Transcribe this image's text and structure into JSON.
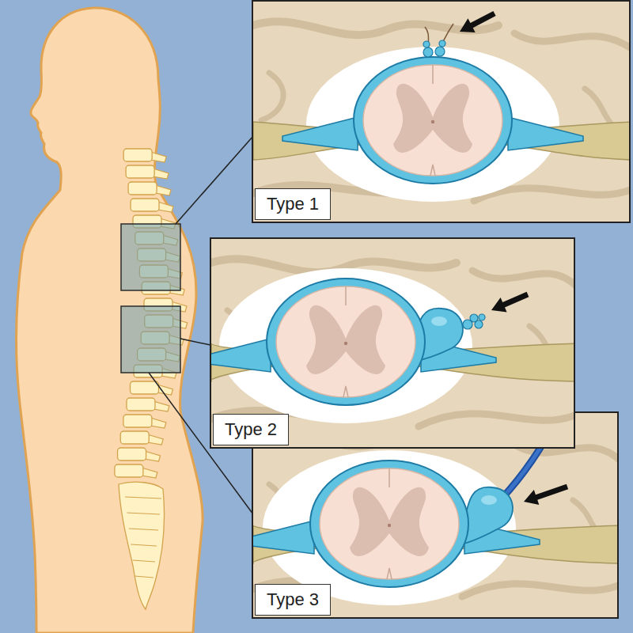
{
  "diagram": {
    "nodes": [
      {
        "text": [
          "Type 1"
        ]
      },
      {
        "text": [
          "Type 2"
        ]
      },
      {
        "text": [
          "Type 3"
        ]
      }
    ]
  }
}
